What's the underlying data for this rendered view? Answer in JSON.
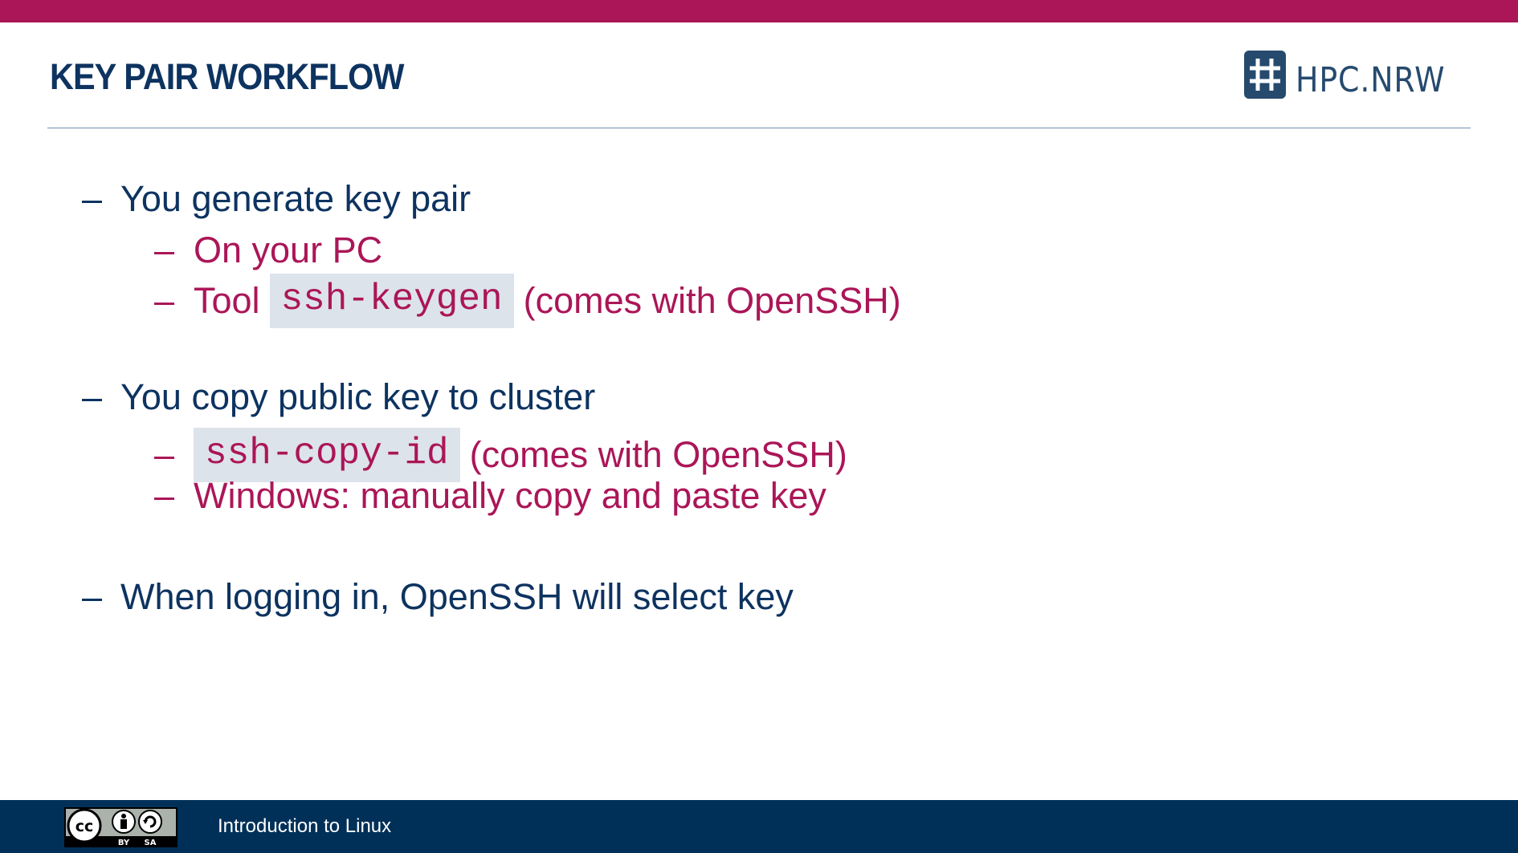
{
  "slide": {
    "title": "KEY PAIR WORKFLOW",
    "logo_text": "HPC.NRW"
  },
  "bullets": {
    "b1": "You generate key pair",
    "b1_1": "On your PC",
    "b1_2_prefix": "Tool",
    "b1_2_code": "ssh-keygen",
    "b1_2_suffix": "(comes with OpenSSH)",
    "b2": "You copy public key to cluster",
    "b2_1_code": "ssh-copy-id",
    "b2_1_suffix": "(comes with OpenSSH)",
    "b2_2": "Windows: manually copy and paste key",
    "b3": "When logging in, OpenSSH will select key",
    "dash": "–"
  },
  "footer": {
    "text": "Introduction to Linux",
    "license": {
      "by": "BY",
      "sa": "SA"
    }
  },
  "colors": {
    "accent": "#ab1658",
    "navy": "#0d3360",
    "footer_bg": "#003058",
    "code_bg": "#dde3ea"
  }
}
